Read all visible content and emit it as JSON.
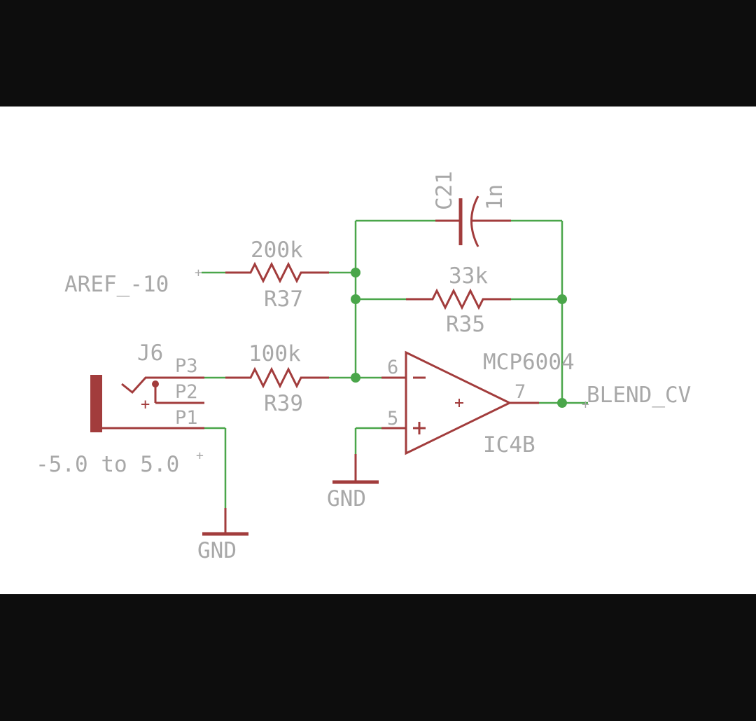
{
  "schematic": {
    "nets": {
      "aref": "AREF_-10",
      "output": "BLEND_CV",
      "gnd_left": "GND",
      "gnd_right": "GND"
    },
    "jack": {
      "ref": "J6",
      "range": "-5.0 to 5.0",
      "pins": [
        "P3",
        "P2",
        "P1"
      ]
    },
    "resistors": [
      {
        "ref": "R37",
        "value": "200k"
      },
      {
        "ref": "R35",
        "value": "33k"
      },
      {
        "ref": "R39",
        "value": "100k"
      }
    ],
    "capacitor": {
      "ref": "C21",
      "value": "1n"
    },
    "opamp": {
      "part": "MCP6004",
      "ref": "IC4B",
      "pins": {
        "inv": "6",
        "noninv": "5",
        "out": "7"
      }
    },
    "colors": {
      "background": "#ffffff",
      "border": "#0d0d0d",
      "wire": "#4aa64a",
      "part": "#a23c3c",
      "text": "#a8a8a8"
    }
  }
}
